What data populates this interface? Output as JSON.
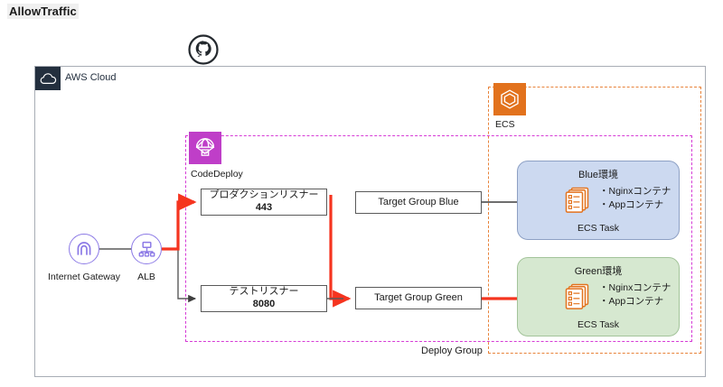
{
  "page": {
    "title": "AllowTraffic"
  },
  "colors": {
    "red_flow": "#f5341f",
    "gray_flow": "#5a5a5a",
    "ecs_orange": "#e2721d",
    "ecs_dash": "#e8833a",
    "codedeploy_purple": "#bf3ec8",
    "deploy_dash": "#d63bd6",
    "aws_navy": "#232f3e",
    "network_purple": "#8c7ae6",
    "blue_env_fill": "#ccd9f0",
    "green_env_fill": "#d6e8d0"
  },
  "cloud": {
    "label": "AWS Cloud",
    "icon": "aws-cloud-icon"
  },
  "vcs": {
    "icon": "github-icon"
  },
  "groups": {
    "ecs": {
      "icon": "ecs-icon",
      "label": "ECS"
    },
    "codedeploy": {
      "icon": "codedeploy-icon",
      "label": "CodeDeploy"
    },
    "deploy_group_label": "Deploy Group"
  },
  "network": {
    "internet_gateway": {
      "label": "Internet Gateway",
      "icon": "internet-gateway-icon"
    },
    "alb": {
      "label": "ALB",
      "icon": "application-load-balancer-icon"
    }
  },
  "listeners": [
    {
      "id": "production",
      "line1": "プロダクションリスナー",
      "line2": "443"
    },
    {
      "id": "test",
      "line1": "テストリスナー",
      "line2": "8080"
    }
  ],
  "target_groups": [
    {
      "id": "blue",
      "label": "Target Group Blue"
    },
    {
      "id": "green",
      "label": "Target Group Green"
    }
  ],
  "environments": [
    {
      "id": "blue",
      "title": "Blue環境",
      "task_label": "ECS Task",
      "containers_line1": "・Nginxコンテナ",
      "containers_line2": "・Appコンテナ",
      "task_icon": "ecs-task-icon"
    },
    {
      "id": "green",
      "title": "Green環境",
      "task_label": "ECS Task",
      "containers_line1": "・Nginxコンテナ",
      "containers_line2": "・Appコンテナ",
      "task_icon": "ecs-task-icon"
    }
  ]
}
